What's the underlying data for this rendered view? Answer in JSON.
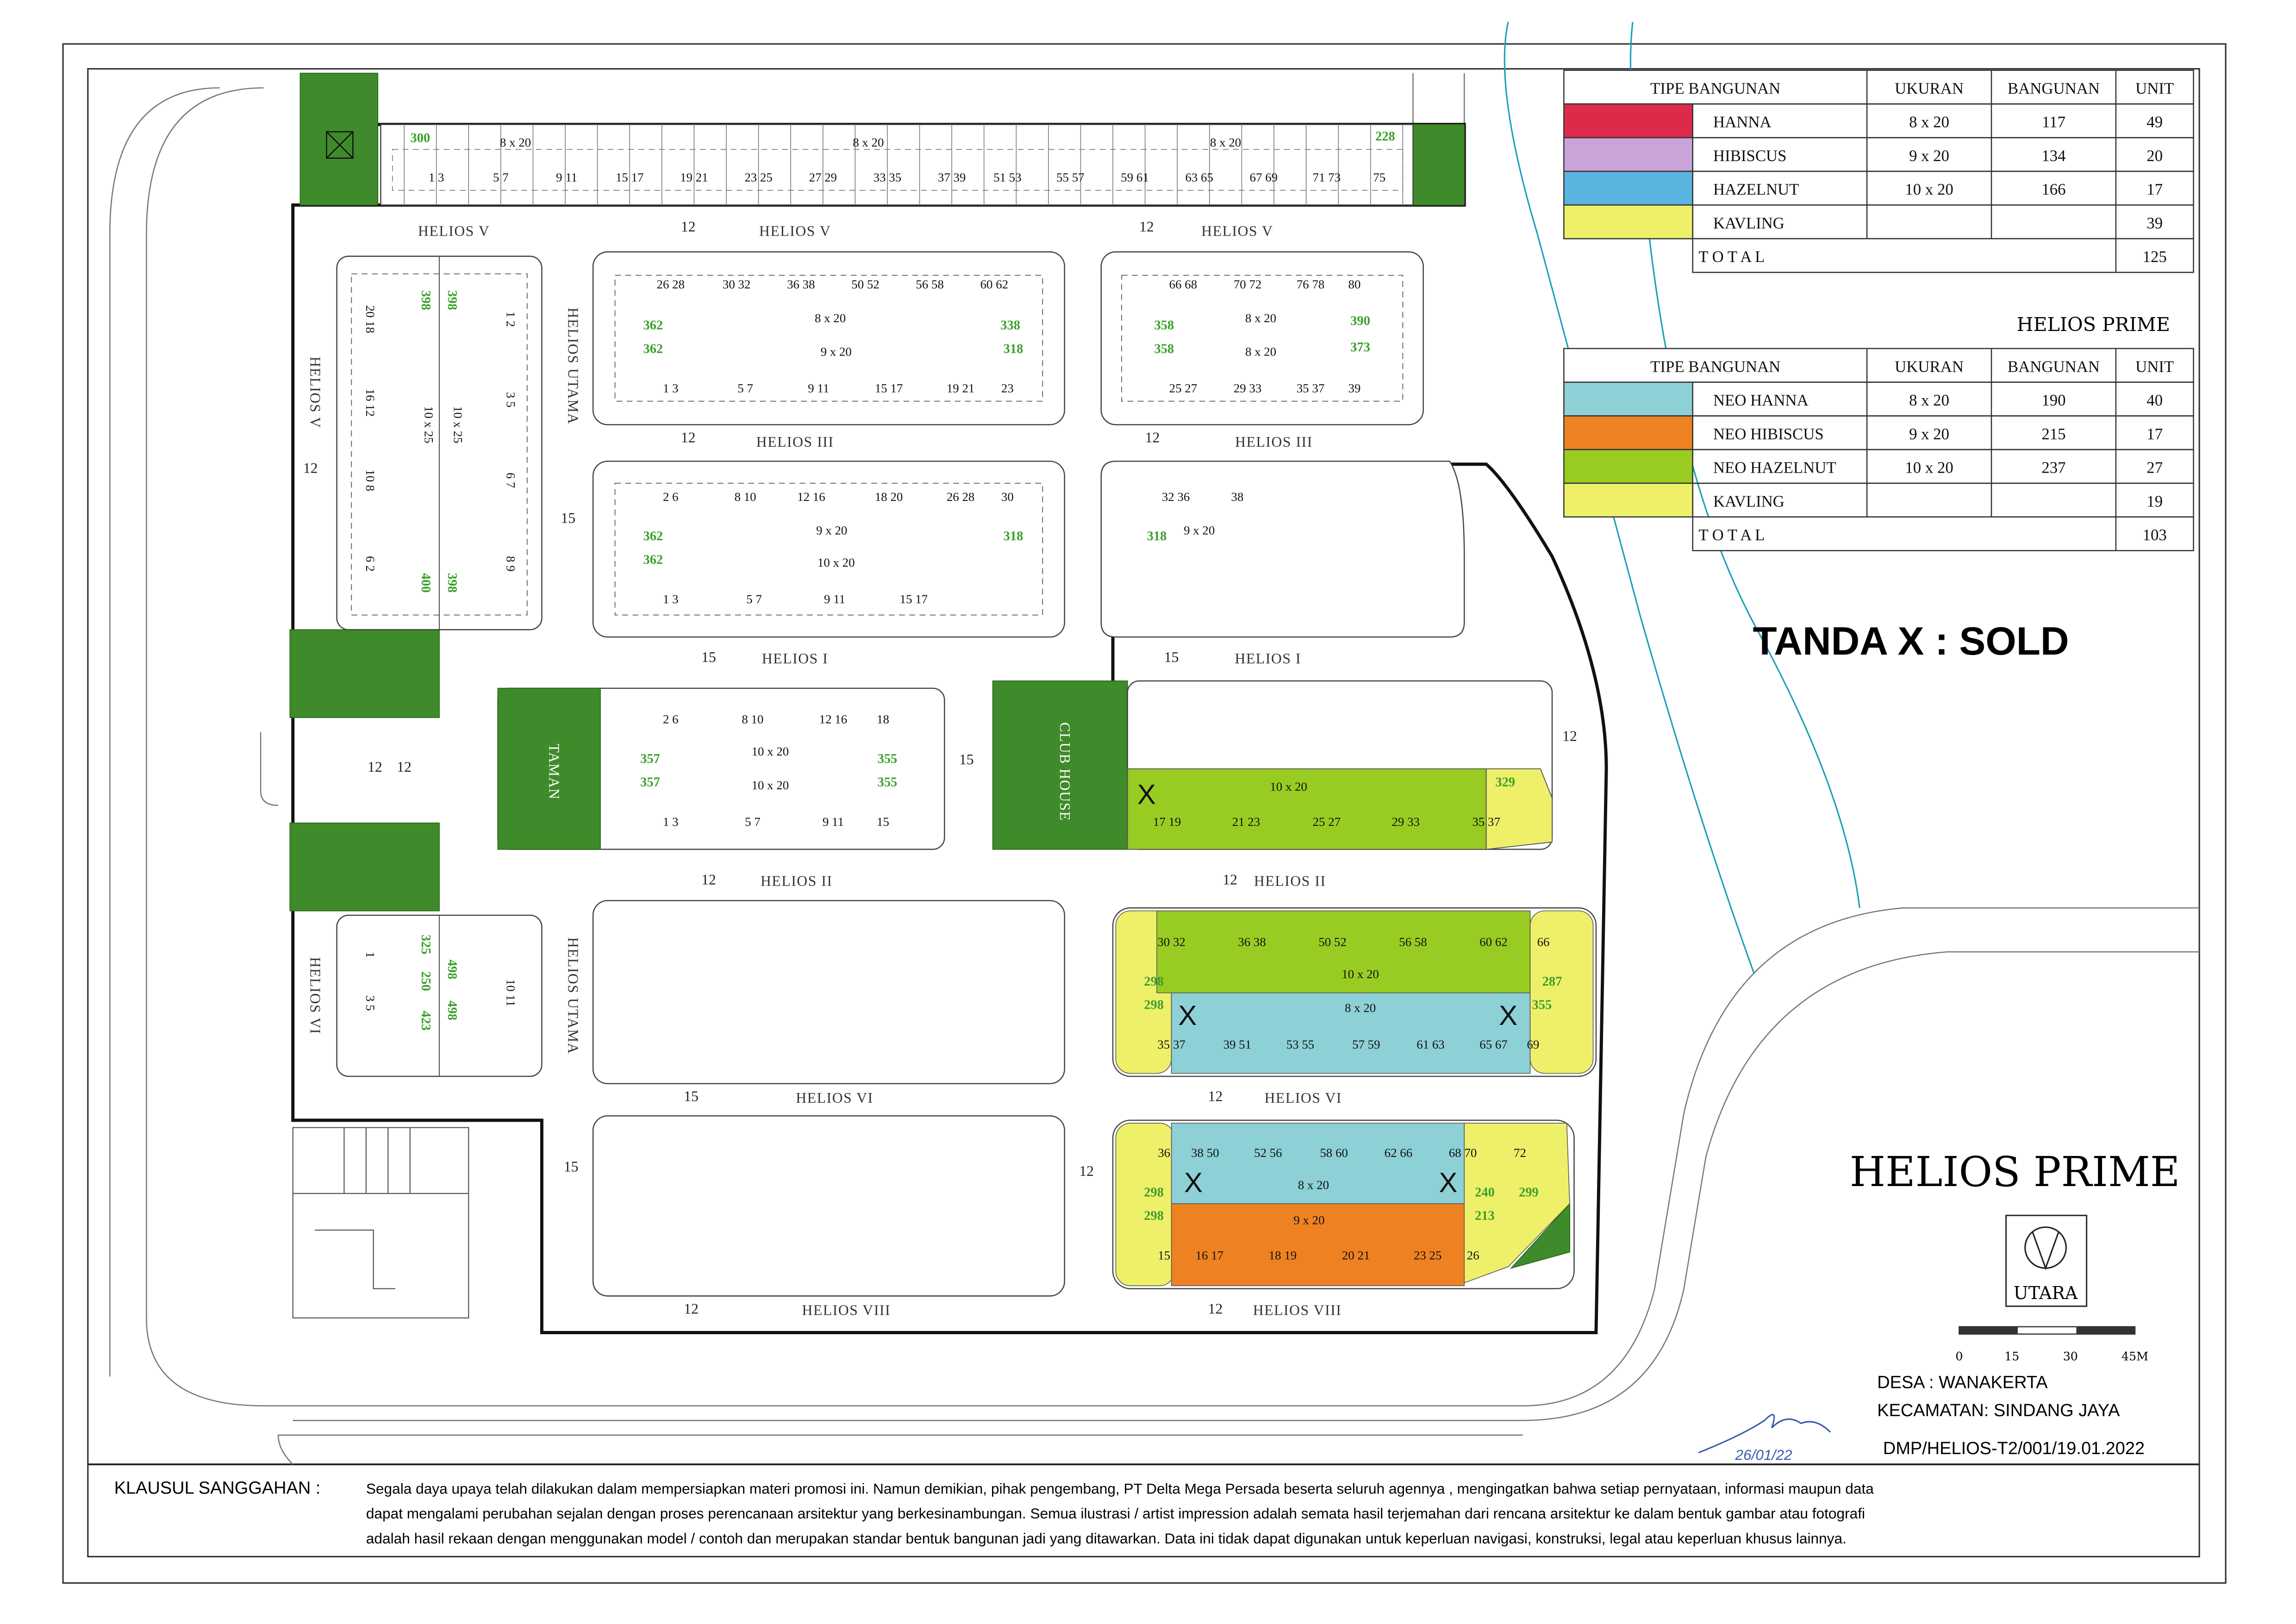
{
  "title": "HELIOS PRIME",
  "colors": {
    "park": "#3f8a2a",
    "neo_hazelnut": "#99cc22",
    "neo_hanna": "#8dd0d6",
    "neo_hibiscus": "#ee8222",
    "kavling": "#eef06a",
    "boundary": "#111111",
    "river": "#1aa0b8"
  },
  "legend_top": {
    "headers": [
      "TIPE BANGUNAN",
      "UKURAN",
      "BANGUNAN",
      "UNIT"
    ],
    "rows": [
      {
        "name": "HANNA",
        "size": "8 x 20",
        "building": "117",
        "unit": "49",
        "color": "#dd2a4a"
      },
      {
        "name": "HIBISCUS",
        "size": "9 x 20",
        "building": "134",
        "unit": "20",
        "color": "#c9a4d8"
      },
      {
        "name": "HAZELNUT",
        "size": "10 x 20",
        "building": "166",
        "unit": "17",
        "color": "#5ab4e0"
      },
      {
        "name": "KAVLING",
        "size": "",
        "building": "",
        "unit": "39",
        "color": "#eef06a"
      }
    ],
    "total_label": "T O T A L",
    "total": "125"
  },
  "legend_bottom": {
    "caption": "HELIOS PRIME",
    "headers": [
      "TIPE BANGUNAN",
      "UKURAN",
      "BANGUNAN",
      "UNIT"
    ],
    "rows": [
      {
        "name": "NEO HANNA",
        "size": "8 x 20",
        "building": "190",
        "unit": "40",
        "color": "#8dd0d6"
      },
      {
        "name": "NEO HIBISCUS",
        "size": "9 x 20",
        "building": "215",
        "unit": "17",
        "color": "#ee8222"
      },
      {
        "name": "NEO HAZELNUT",
        "size": "10 x 20",
        "building": "237",
        "unit": "27",
        "color": "#99cc22"
      },
      {
        "name": "KAVLING",
        "size": "",
        "building": "",
        "unit": "19",
        "color": "#eef06a"
      }
    ],
    "total_label": "T O T A L",
    "total": "103"
  },
  "sold_note": "TANDA X : SOLD",
  "sold_mark": "X",
  "compass_label": "UTARA",
  "scale_ticks": [
    "0",
    "15",
    "30",
    "45M"
  ],
  "desa": "DESA : WANAKERTA",
  "kecamatan": "KECAMATAN: SINDANG JAYA",
  "doc_code": "DMP/HELIOS-T2/001/19.01.2022",
  "signature_date": "26/01/22",
  "disclaimer": {
    "label": "KLAUSUL SANGGAHAN :",
    "lines": [
      "Segala daya upaya telah dilakukan dalam mempersiapkan materi promosi ini. Namun demikian, pihak pengembang, PT Delta Mega Persada beserta seluruh agennya , mengingatkan bahwa setiap pernyataan, informasi maupun data",
      "dapat mengalami perubahan sejalan dengan proses perencanaan arsitektur yang  berkesinambungan. Semua ilustrasi / artist impression adalah semata hasil terjemahan dari rencana arsitektur ke dalam bentuk gambar atau  fotografi",
      "adalah hasil rekaan dengan menggunakan model / contoh dan merupakan standar bentuk bangunan jadi yang ditawarkan. Data ini tidak dapat digunakan untuk keperluan navigasi, konstruksi, legal atau keperluan khusus lainnya."
    ]
  },
  "map": {
    "streets": [
      "HELIOS V",
      "HELIOS V",
      "HELIOS V",
      "HELIOS V",
      "HELIOS III",
      "HELIOS III",
      "HELIOS I",
      "HELIOS I",
      "HELIOS II",
      "HELIOS II",
      "HELIOS VI",
      "HELIOS VI",
      "HELIOS VI",
      "HELIOS VIII",
      "HELIOS VIII",
      "HELIOS UTAMA",
      "HELIOS UTAMA"
    ],
    "roads": [
      "12",
      "12",
      "12",
      "12",
      "15",
      "12",
      "12",
      "15",
      "15",
      "12",
      "12",
      "15",
      "15",
      "12",
      "12",
      "12",
      "15",
      "12",
      "12",
      "12"
    ],
    "facilities": [
      "TAMAN",
      "CLUB HOUSE"
    ],
    "sizes": [
      "8 x 20",
      "8 x 20",
      "8 x 20",
      "8 x 20",
      "9 x 20",
      "8 x 20",
      "8 x 20",
      "9 x 20",
      "10 x 20",
      "10 x 20",
      "10 x 20",
      "10 x 20",
      "10 x 20",
      "8 x 20",
      "8 x 20",
      "9 x 20",
      "10 x 25",
      "10 x 25",
      "9 x 20"
    ],
    "areas": [
      "300",
      "228",
      "362",
      "362",
      "338",
      "318",
      "358",
      "358",
      "390",
      "373",
      "362",
      "362",
      "318",
      "318",
      "357",
      "357",
      "355",
      "355",
      "329",
      "298",
      "298",
      "287",
      "355",
      "298",
      "298",
      "240",
      "299",
      "213",
      "398",
      "398",
      "400",
      "398",
      "325",
      "250",
      "423",
      "498",
      "498"
    ],
    "lots": {
      "top_row": [
        "1 3",
        "5 7",
        "9 11",
        "15 17",
        "19 21",
        "23 25",
        "27 29",
        "33 35",
        "37 39",
        "51 53",
        "55 57",
        "59 61",
        "63 65",
        "67 69",
        "71 73",
        "75"
      ],
      "v_top": [
        "26 28",
        "30 32",
        "36 38",
        "50 52",
        "56 58",
        "60 62"
      ],
      "v_bottom": [
        "1 3",
        "5 7",
        "9 11",
        "15 17",
        "19 21",
        "23"
      ],
      "v_east_top": [
        "66 68",
        "70 72",
        "76 78",
        "80"
      ],
      "v_east_bottom": [
        "25 27",
        "29 33",
        "35 37",
        "39"
      ],
      "iii_top": [
        "2 6",
        "8 10",
        "12 16",
        "18 20",
        "26 28",
        "30"
      ],
      "iii_bottom": [
        "1 3",
        "5 7",
        "9 11",
        "15 17"
      ],
      "iii_east": [
        "32 36",
        "38"
      ],
      "i_top": [
        "2 6",
        "8 10",
        "12 16",
        "18"
      ],
      "i_bottom": [
        "1 3",
        "5 7",
        "9 11",
        "15"
      ],
      "ii_east": [
        "17 19",
        "21 23",
        "25 27",
        "29 33",
        "35 37"
      ],
      "vi_top": [
        "30 32",
        "36 38",
        "50 52",
        "56 58",
        "60 62",
        "66"
      ],
      "vi_bottom": [
        "35 37",
        "39 51",
        "53 55",
        "57 59",
        "61 63",
        "65 67",
        "69"
      ],
      "viii_top": [
        "36",
        "38 50",
        "52 56",
        "58 60",
        "62 66",
        "68 70",
        "72"
      ],
      "viii_bottom": [
        "15",
        "16 17",
        "18 19",
        "20 21",
        "23 25",
        "26"
      ],
      "west_a": [
        "20 18",
        "16 12",
        "10 8",
        "6 2"
      ],
      "west_b": [
        "1 2",
        "3 5",
        "6 7",
        "8 9"
      ],
      "west_c": [
        "1",
        "3 5"
      ],
      "west_d": [
        "10 11"
      ]
    }
  }
}
